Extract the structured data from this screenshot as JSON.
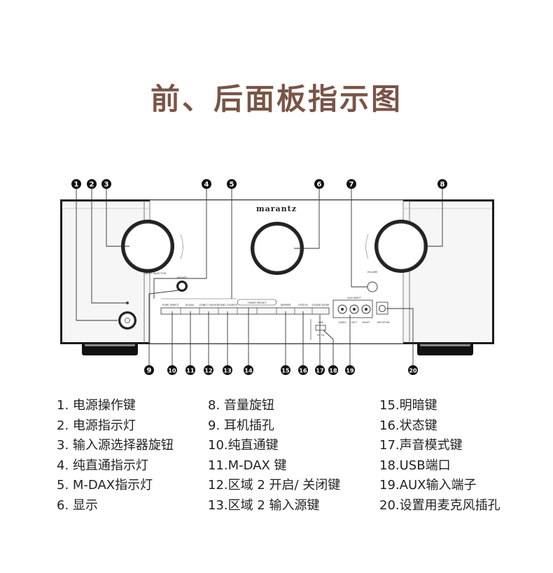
{
  "title": "前、后面板指示图",
  "brand_logo": "marantz",
  "panel_labels": {
    "input_selector": "INPUT SELECTOR",
    "volume": "VOLUME",
    "phones": "PHONES",
    "pure_direct": "PURE DIRECT",
    "m_dax": "M-DAX",
    "zone2_on_off": "ZONE2 ON/OFF",
    "zone2_source": "ZONE2 SOURCE",
    "tuner_preset": "TUNER PRESET",
    "dimmer": "DIMMER",
    "status": "STATUS",
    "sound_mode": "SOUND MODE",
    "aux_input": "AUX INPUT",
    "video": "VIDEO",
    "left": "LEFT",
    "right": "RIGHT",
    "setup_mic": "SETUP MIC",
    "usb": "USB",
    "usb_power": "5V 1A"
  },
  "callouts": [
    "1",
    "2",
    "3",
    "4",
    "5",
    "6",
    "7",
    "8",
    "9",
    "10",
    "11",
    "12",
    "13",
    "14",
    "15",
    "16",
    "17",
    "18",
    "19",
    "20"
  ],
  "legend": [
    [
      "1. 电源操作键",
      "2. 电源指示灯",
      "3. 输入源选择器旋钮",
      "4. 纯直通指示灯",
      "5. M-DAX指示灯",
      "6. 显示"
    ],
    [
      "8. 音量旋钮",
      "9. 耳机插孔",
      "10.纯直通键",
      "11.M-DAX 键",
      "12.区域 2  开启/ 关闭键",
      "13.区域 2  输入源键"
    ],
    [
      "15.明暗键",
      "16.状态键",
      "17.声音模式键",
      "18.USB端口",
      "19.AUX输入端子",
      "20.设置用麦克风插孔"
    ]
  ]
}
